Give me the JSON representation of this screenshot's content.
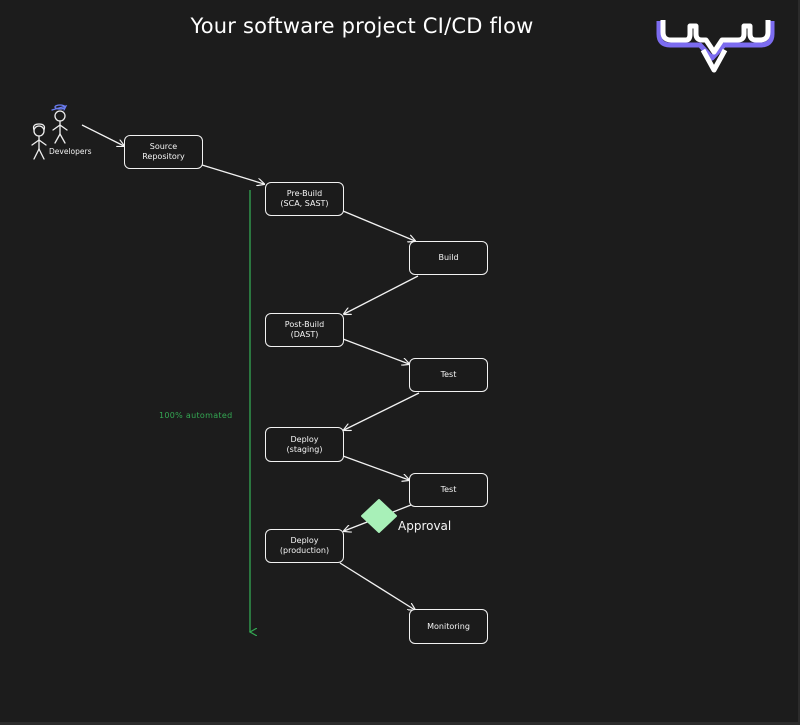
{
  "title": "Your software project CI/CD flow",
  "actors": {
    "developers_label": "Developers"
  },
  "nodes": {
    "source_repository": "Source\nRepository",
    "pre_build": "Pre-Build\n(SCA, SAST)",
    "build": "Build",
    "post_build": "Post-Build\n(DAST)",
    "test_1": "Test",
    "deploy_staging": "Deploy\n(staging)",
    "test_2": "Test",
    "deploy_production": "Deploy\n(production)",
    "monitoring": "Monitoring"
  },
  "annotations": {
    "automation": "100% automated",
    "approval": "Approval"
  },
  "colors": {
    "background": "#1c1c1c",
    "stroke": "#f2f2f2",
    "automation_line": "#34a853",
    "approval_diamond": "#a8f0b8",
    "logo_purple": "#7c6cf0",
    "logo_white": "#ffffff"
  },
  "icons": {
    "logo": "brand-logo-icon",
    "developers": "stick-figures-icon"
  }
}
